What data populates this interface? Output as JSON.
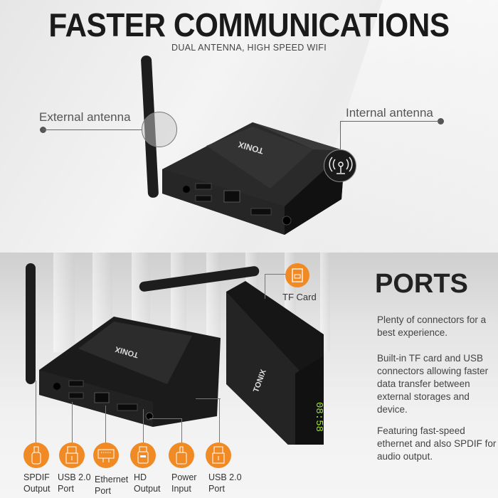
{
  "header": {
    "title": "FASTER COMMUNICATIONS",
    "subtitle": "DUAL ANTENNA, HIGH SPEED WIFI"
  },
  "top_panel": {
    "external_label": "External antenna",
    "internal_label": "Internal antenna",
    "brand": "TONIX",
    "icons": {
      "internal": "wifi-antenna-icon"
    }
  },
  "bottom_panel": {
    "heading": "PORTS",
    "paragraphs": [
      "Plenty of connectors for a best experience.",
      "Built-in TF card and USB connectors  allowing faster data transfer between external storages and device.",
      "Featuring fast-speed ethernet and also SPDIF for audio output."
    ],
    "tf_card": {
      "label": "TF Card",
      "icon": "sd-card-icon"
    },
    "display_time": "08:58",
    "brand": "TONIX",
    "ports": [
      {
        "line1": "SPDIF",
        "line2": "Output",
        "icon": "spdif-icon"
      },
      {
        "line1": "USB 2.0",
        "line2": "Port",
        "icon": "usb-icon"
      },
      {
        "line1": "Ethernet",
        "line2": "Port",
        "icon": "ethernet-icon"
      },
      {
        "line1": "HD",
        "line2": "Output",
        "icon": "hdmi-icon"
      },
      {
        "line1": "Power",
        "line2": "Input",
        "icon": "power-plug-icon"
      },
      {
        "line1": "USB 2.0",
        "line2": "Port",
        "icon": "usb-icon"
      }
    ]
  },
  "colors": {
    "accent": "#f08a24",
    "text_dark": "#1a1a1a",
    "display_green": "#9be52a"
  }
}
